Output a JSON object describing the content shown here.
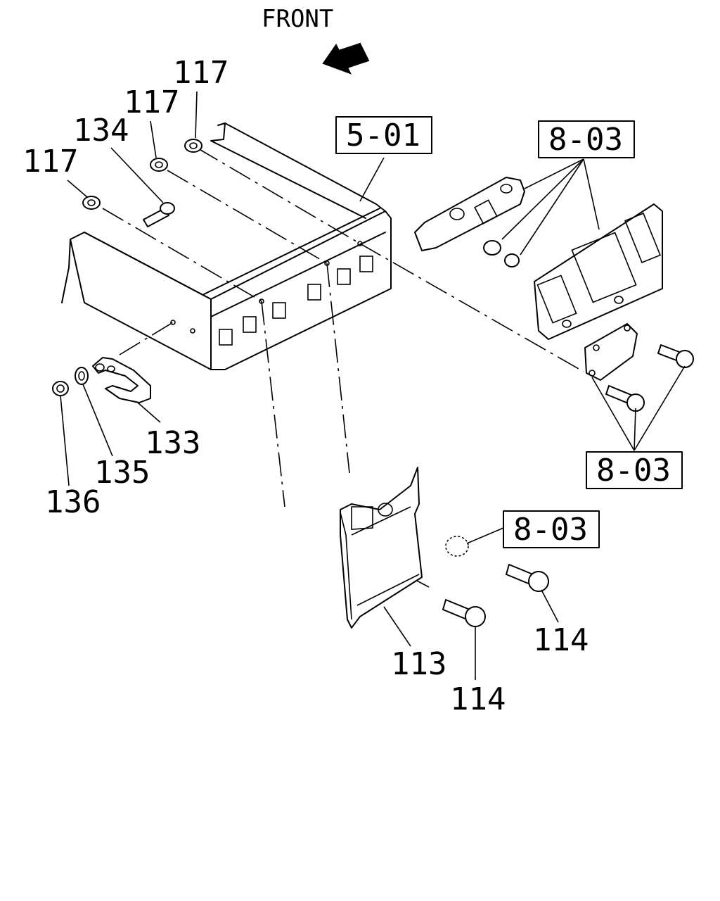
{
  "diagram": {
    "front_label": "FRONT",
    "refs": {
      "ref_501": "5-01",
      "ref_803_top": "8-03",
      "ref_803_right": "8-03",
      "ref_803_lower": "8-03"
    },
    "callouts": {
      "c117_a": "117",
      "c117_b": "117",
      "c117_c": "117",
      "c134": "134",
      "c133": "133",
      "c135": "135",
      "c136": "136",
      "c113": "113",
      "c114_a": "114",
      "c114_b": "114"
    }
  }
}
